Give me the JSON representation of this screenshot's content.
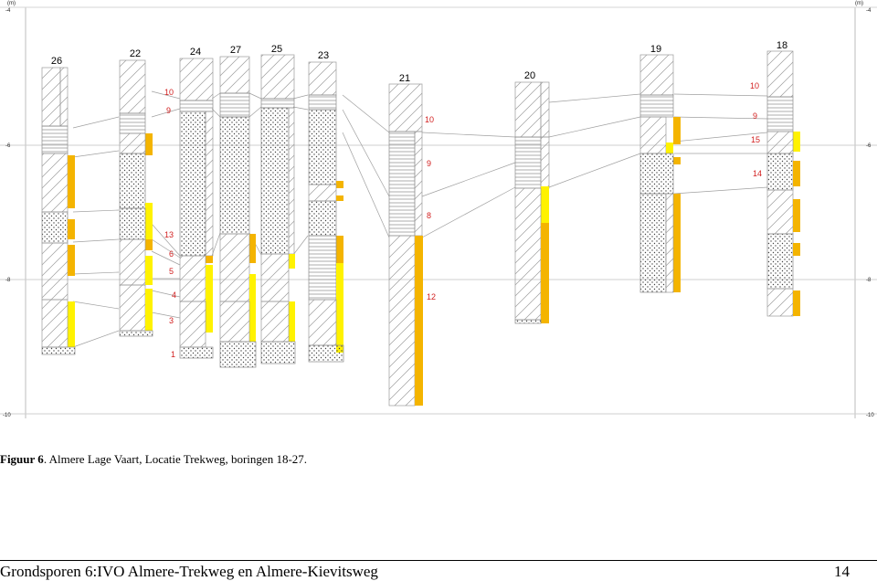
{
  "axis": {
    "unit": "(m)",
    "ticks": [
      {
        "value": -4,
        "label": "-4"
      },
      {
        "value": -6,
        "label": "-6"
      },
      {
        "value": -8,
        "label": "-8"
      },
      {
        "value": -10,
        "label": "-10"
      }
    ]
  },
  "colors": {
    "peat_yellow": "#fff200",
    "orange": "#f4b400",
    "hatch": "#999999",
    "layer_label": "#d22020",
    "correlation_line": "#9a9a9a",
    "grid": "#c8c8c8"
  },
  "borings": [
    {
      "id": "26",
      "top": -4.85,
      "bottom": -9.05
    },
    {
      "id": "22",
      "top": -4.85,
      "bottom": -8.75
    },
    {
      "id": "24",
      "top": -5.05,
      "bottom": -9.1
    },
    {
      "id": "27",
      "top": -4.85,
      "bottom": -9.3
    },
    {
      "id": "25",
      "top": -4.7,
      "bottom": -9.3
    },
    {
      "id": "23",
      "top": -4.85,
      "bottom": -9.2
    },
    {
      "id": "21",
      "top": -5.25,
      "bottom": -9.85
    },
    {
      "id": "20",
      "top": -5.2,
      "bottom": -8.65
    },
    {
      "id": "19",
      "top": -4.7,
      "bottom": -8.2
    },
    {
      "id": "18",
      "top": -4.7,
      "bottom": -8.5
    }
  ],
  "layer_labels": [
    "10",
    "9",
    "13",
    "6",
    "5",
    "4",
    "3",
    "1",
    "10",
    "9",
    "8",
    "12",
    "10",
    "9",
    "15",
    "14"
  ],
  "caption": {
    "label": "Figuur 6",
    "text": ". Almere Lage Vaart, Locatie Trekweg, boringen 18-27."
  },
  "footer": {
    "title": "Grondsporen 6:IVO Almere-Trekweg en Almere-Kievitsweg",
    "page": "14"
  }
}
